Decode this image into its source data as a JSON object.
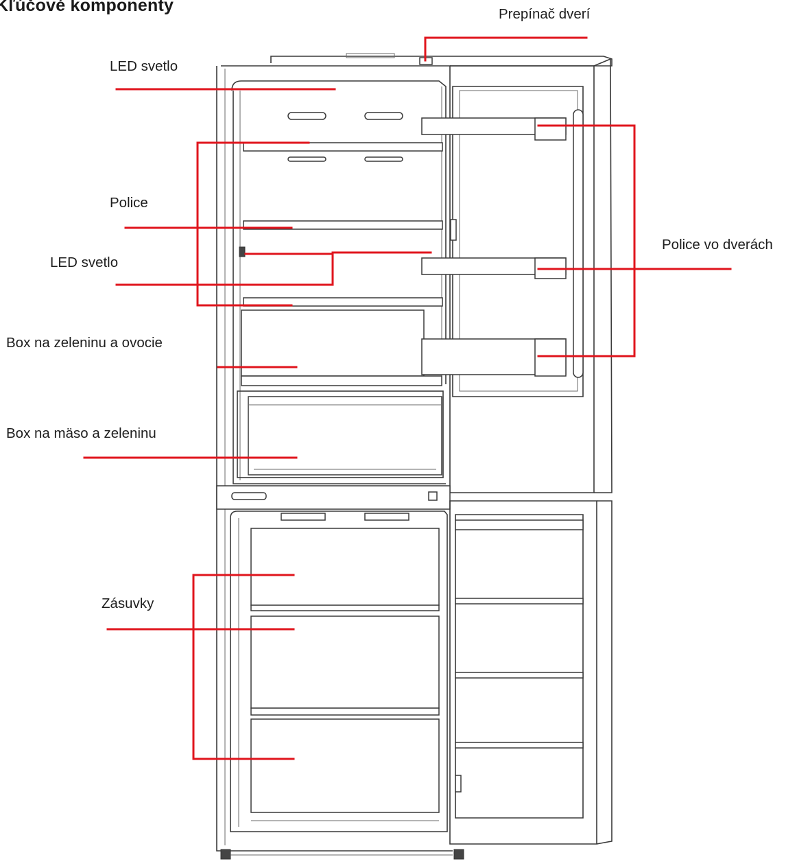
{
  "title": "Kľúčové komponenty",
  "labels": {
    "door_switch": "Prepínač dverí",
    "led_light_top": "LED svetlo",
    "shelves": "Police",
    "led_light_middle": "LED svetlo",
    "door_shelves": "Police vo dverách",
    "fruit_vegetable_box": "Box na zeleninu a ovocie",
    "meat_vegetable_box": "Box na mäso a zeleninu",
    "drawers": "Zásuvky"
  },
  "colors": {
    "leader_lines": "#e0151d",
    "outline": "#3a3a3a"
  }
}
